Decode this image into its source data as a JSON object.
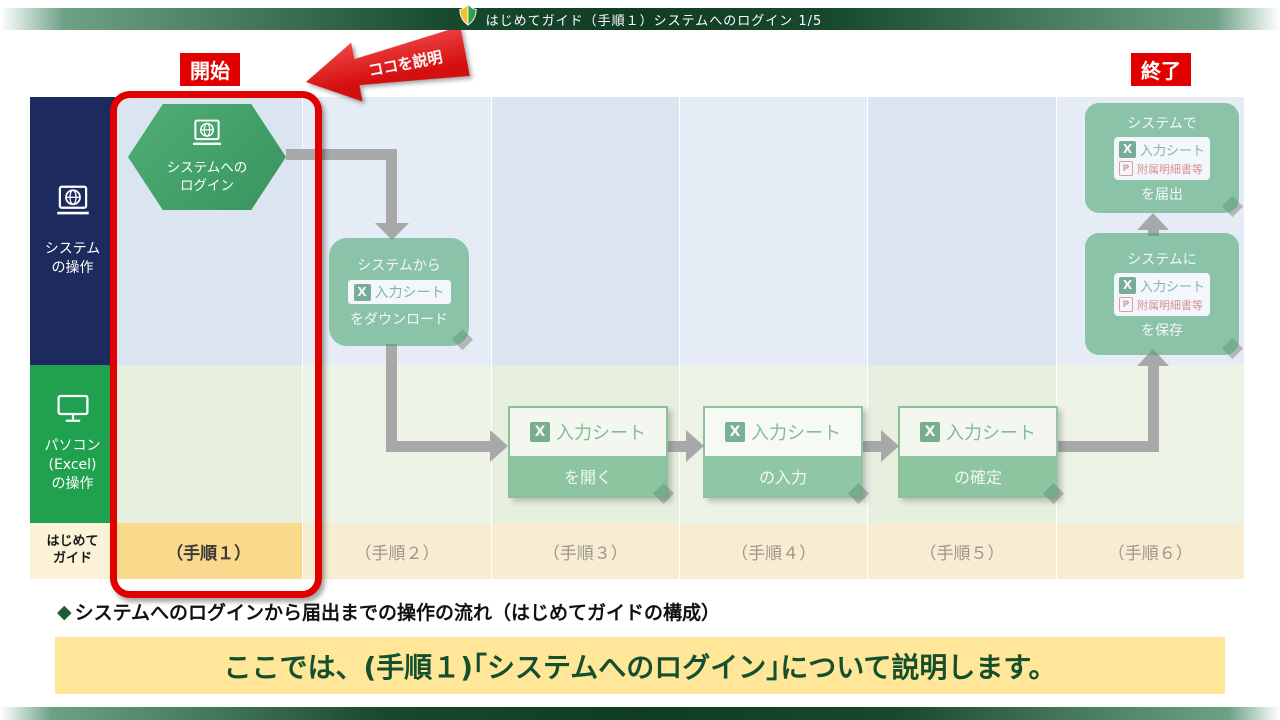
{
  "colors": {
    "header_green": "#113c24",
    "highlight_red": "#e00000",
    "navy": "#1c2a5e",
    "sidebar_green": "#1fa14f",
    "shape_green": "#42a36c",
    "step_active_yellow": "#fbd98c",
    "message_yellow": "#ffe699",
    "arrow_gray": "#a8a8a8"
  },
  "header": {
    "title": "はじめてガイド（手順１）システムへのログイン  1/5"
  },
  "annotations": {
    "start": "開始",
    "end": "終了",
    "callout": "ココを説明"
  },
  "sidebar": {
    "system": "システム\nの操作",
    "pc": "パソコン\n(Excel)\nの操作",
    "guide": "はじめて\nガイド"
  },
  "steps": [
    "（手順１）",
    "（手順２）",
    "（手順３）",
    "（手順４）",
    "（手順５）",
    "（手順６）"
  ],
  "flow": {
    "login": "システムへの\nログイン",
    "download_top": "システムから",
    "download_bottom": "をダウンロード",
    "sheet": "入力シート",
    "attachment": "附属明細書等",
    "open": "を開く",
    "input": "の入力",
    "confirm": "の確定",
    "save_top": "システムに",
    "save_bottom": "を保存",
    "submit_top": "システムで",
    "submit_bottom": "を届出"
  },
  "icons": {
    "beginner": "beginner-mark-icon",
    "system": "laptop-globe-icon",
    "pc": "desktop-icon",
    "excel_glyph": "X",
    "pdf_glyph": "P"
  },
  "footer": {
    "marker": "◆",
    "heading": "システムへのログインから届出までの操作の流れ（はじめてガイドの構成）",
    "message": "ここでは、(手順１)｢システムへのログイン｣について説明します。"
  }
}
